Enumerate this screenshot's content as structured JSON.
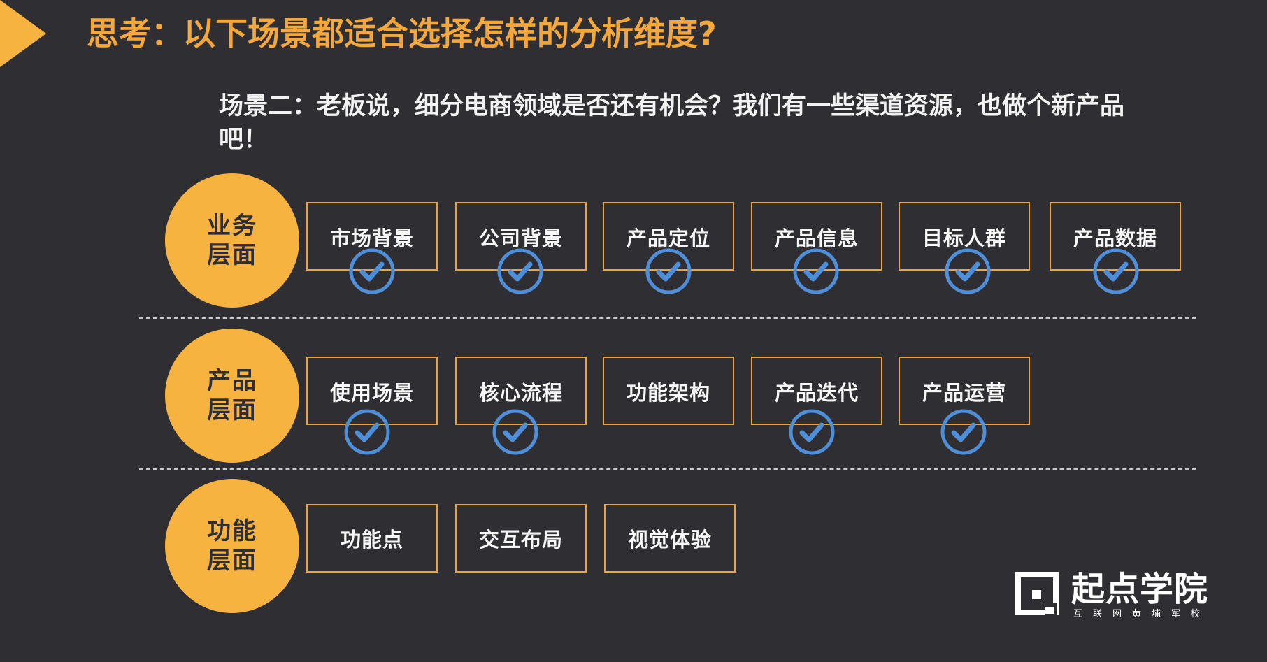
{
  "title": "思考：以下场景都适合选择怎样的分析维度?",
  "scenario": "场景二：老板说，细分电商领域是否还有机会？我们有一些渠道资源，也做个新产品吧！",
  "levels": [
    {
      "label": "业务层面",
      "items": [
        {
          "label": "市场背景",
          "checked": true
        },
        {
          "label": "公司背景",
          "checked": true
        },
        {
          "label": "产品定位",
          "checked": true
        },
        {
          "label": "产品信息",
          "checked": true
        },
        {
          "label": "目标人群",
          "checked": true
        },
        {
          "label": "产品数据",
          "checked": true
        }
      ]
    },
    {
      "label": "产品层面",
      "items": [
        {
          "label": "使用场景",
          "checked": true
        },
        {
          "label": "核心流程",
          "checked": true
        },
        {
          "label": "功能架构",
          "checked": false
        },
        {
          "label": "产品迭代",
          "checked": true
        },
        {
          "label": "产品运营",
          "checked": true
        }
      ]
    },
    {
      "label": "功能层面",
      "items": [
        {
          "label": "功能点",
          "checked": false
        },
        {
          "label": "交互布局",
          "checked": false
        },
        {
          "label": "视觉体验",
          "checked": false
        }
      ]
    }
  ],
  "logo": {
    "name": "起点学院",
    "tagline": "互联网黄埔军校"
  },
  "colors": {
    "background": "#2f2f33",
    "accent": "#f7b340",
    "check": "#4f8ed8",
    "text": "#f6f6f6"
  }
}
